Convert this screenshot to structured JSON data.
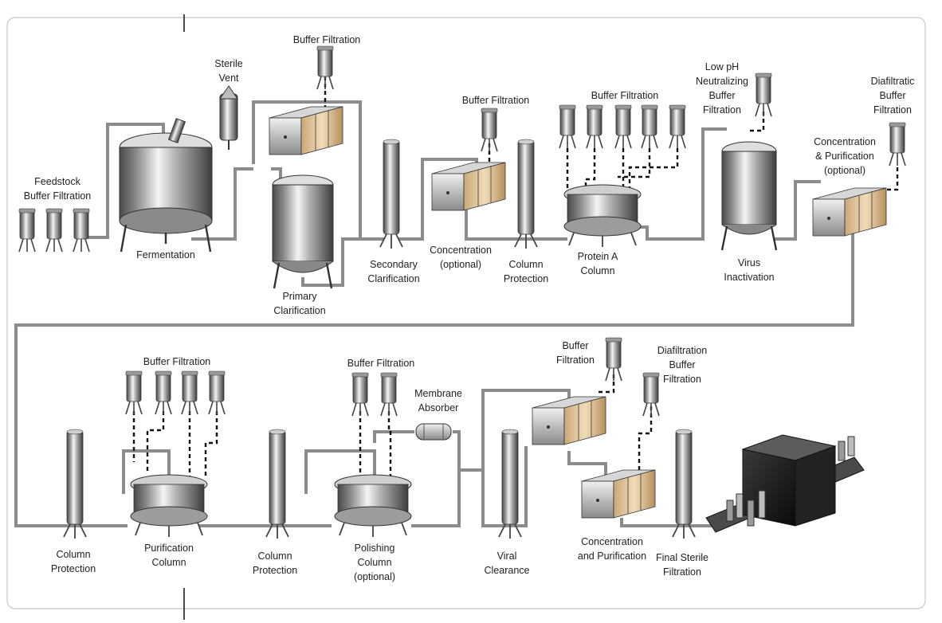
{
  "labels": {
    "feedstock": [
      "Feedstock",
      "Buffer Filtration"
    ],
    "fermentation": [
      "Fermentation"
    ],
    "sterile_vent": [
      "Sterile",
      "Vent"
    ],
    "buffer_filtration_1": [
      "Buffer Filtration"
    ],
    "primary_clarification": [
      "Primary",
      "Clarification"
    ],
    "secondary_clarification": [
      "Secondary",
      "Clarification"
    ],
    "buffer_filtration_2": [
      "Buffer Filtration"
    ],
    "concentration_optional": [
      "Concentration",
      "(optional)"
    ],
    "column_protection_1": [
      "Column",
      "Protection"
    ],
    "buffer_filtration_3": [
      "Buffer Filtration"
    ],
    "protein_a_column": [
      "Protein A",
      "Column"
    ],
    "low_ph_buffer": [
      "Low pH",
      "Neutralizing",
      "Buffer",
      "Filtration"
    ],
    "virus_inactivation": [
      "Virus",
      "Inactivation"
    ],
    "diafiltration_buffer_1": [
      "Diafiltratic",
      "Buffer",
      "Filtration"
    ],
    "concentration_purification_optional": [
      "Concentration",
      "& Purification",
      "(optional)"
    ],
    "column_protection_2": [
      "Column",
      "Protection"
    ],
    "buffer_filtration_4": [
      "Buffer Filtration"
    ],
    "purification_column": [
      "Purification",
      "Column"
    ],
    "column_protection_3": [
      "Column",
      "Protection"
    ],
    "buffer_filtration_5": [
      "Buffer Filtration"
    ],
    "membrane_absorber": [
      "Membrane",
      "Absorber"
    ],
    "polishing_column": [
      "Polishing",
      "Column",
      "(optional)"
    ],
    "viral_clearance": [
      "Viral",
      "Clearance"
    ],
    "buffer_filtration_6": [
      "Buffer",
      "Filtration"
    ],
    "diafiltration_buffer_2": [
      "Diafiltration",
      "Buffer",
      "Filtration"
    ],
    "concentration_purification": [
      "Concentration",
      "and Purification"
    ],
    "final_sterile_filtration": [
      "Final Sterile",
      "Filtration"
    ]
  }
}
